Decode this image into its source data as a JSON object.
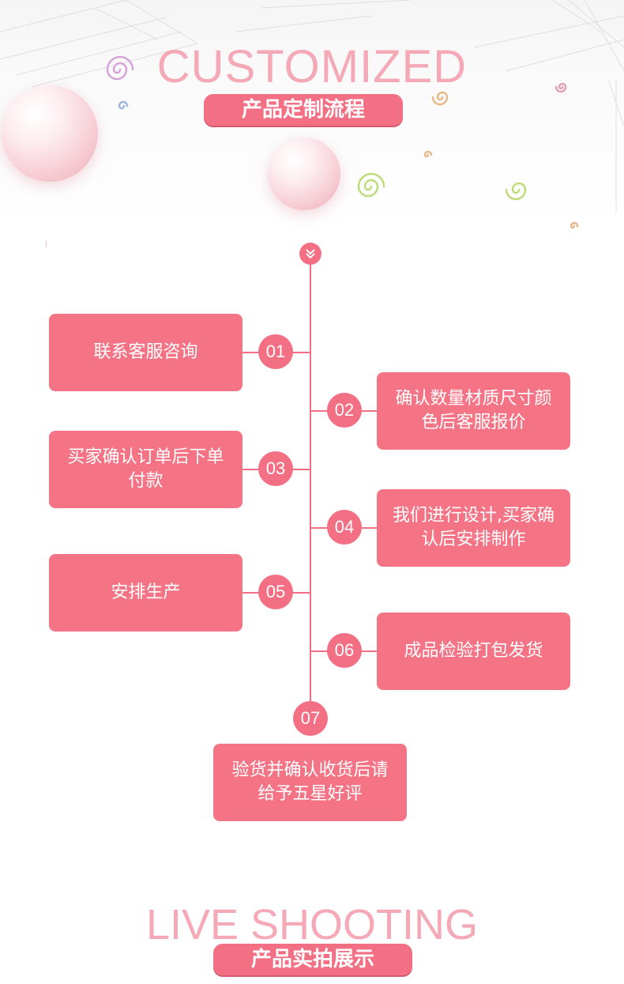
{
  "header": {
    "title_en": "CUSTOMIZED",
    "title_cn": "产品定制流程"
  },
  "process": {
    "top_icon": "chevron-double-down-icon",
    "steps": [
      {
        "num": "01",
        "text": "联系客服咨询"
      },
      {
        "num": "02",
        "text": "确认数量材质尺寸颜色后客服报价"
      },
      {
        "num": "03",
        "text": "买家确认订单后下单付款"
      },
      {
        "num": "04",
        "text": "我们进行设计,买家确认后安排制作"
      },
      {
        "num": "05",
        "text": "安排生产"
      },
      {
        "num": "06",
        "text": "成品检验打包发货"
      },
      {
        "num": "07",
        "text": "验货并确认收货后请给予五星好评"
      }
    ]
  },
  "footer": {
    "title_en": "LIVE SHOOTING",
    "title_cn": "产品实拍展示"
  },
  "colors": {
    "accent": "#f36f84",
    "title_pink": "#f5a9b6",
    "box_fill": "#f47486"
  }
}
